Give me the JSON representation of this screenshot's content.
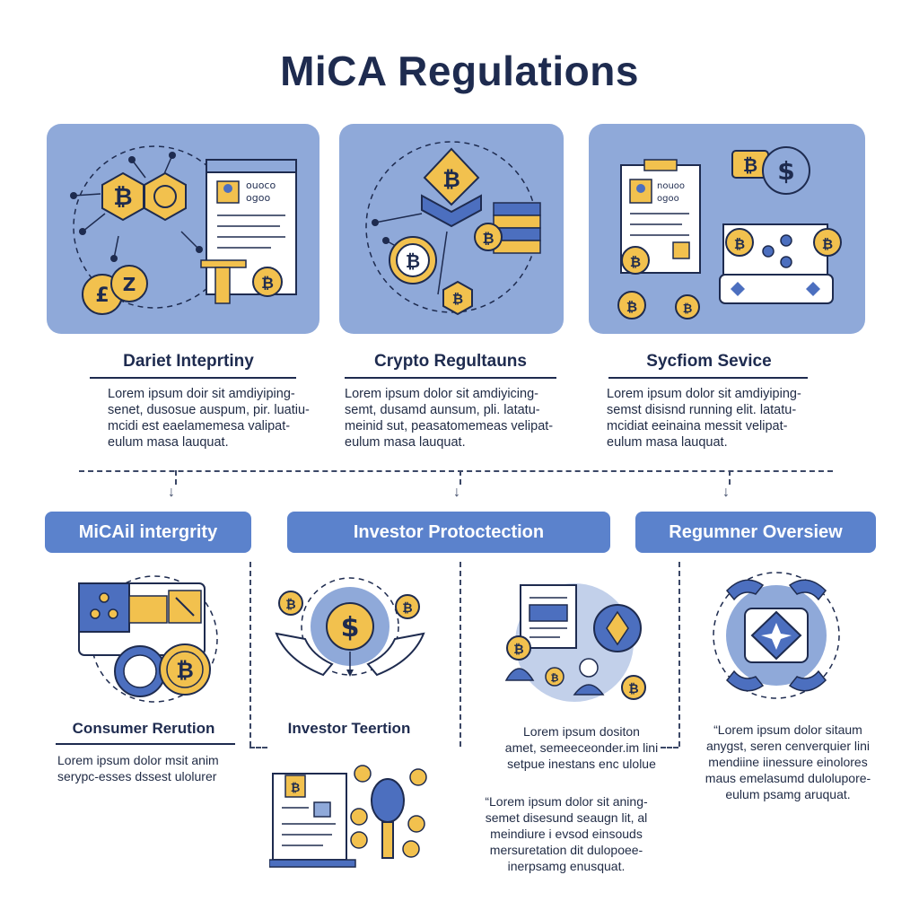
{
  "title": "MiCA Regulations",
  "top_cards": [
    {
      "heading": "Dariet Inteprtiny",
      "body": "Lorem ipsum doir sit amdiyiping-\nsenet, dusosue auspum, pir. luatiu-\nmcidi est eaelamemesa valipat-\neulum masa lauquat."
    },
    {
      "heading": "Crypto Regultauns",
      "body": "Lorem ipsum dolor sit amdiyicing-\nsemt, dusamd aunsum, pli. latatu-\nmeinid sut, peasatomemeas velipat-\neulum masa lauquat."
    },
    {
      "heading": "Sycfiom Sevice",
      "body": "Lorem ipsum dolor sit amdiyiping-\nsemst disisnd running elit. latatu-\nmcidiat eeinaina messit velipat-\neulum masa lauquat."
    }
  ],
  "card_labels": {
    "doc1": "ouoco\nogoo",
    "doc2": "nouoo\nogoo"
  },
  "pills": [
    "MiCAil intergrity",
    "Investor Protoctection",
    "Regumner Oversiew"
  ],
  "sections": {
    "consumer": {
      "heading": "Consumer Rerution",
      "body": "Lorem ipsum dolor msit anim\nserypc-esses dssest ulolurer"
    },
    "investor": {
      "heading": "Investor Teertion"
    },
    "middle": {
      "body": "Lorem ipsum dositon\namet, semeeceonder.im lini\nsetpue inestans enc ulolue"
    },
    "right": {
      "body": "“Lorem ipsum dolor sitaum\nanygst, seren cenverquier lini\nmendiine iinessure einolores\nmaus emelasumd dulolupore-\neulum psamg aruquat."
    },
    "bottom": {
      "body": "“Lorem ipsum dolor sit aning-\nsemet disesund seaugn lit, al\nmeindiure i evsod einsouds\nmersuretation dit dulopoee-\ninerpsamg enusquat."
    }
  },
  "colors": {
    "navy": "#1e2b4f",
    "card_blue": "#8fa9d9",
    "pill_blue": "#5b82cc",
    "gold": "#f2c14e",
    "icon_blue": "#4c6fbf"
  },
  "icons": [
    "bitcoin-hexagon-icon",
    "document-icon",
    "coin-icon",
    "ethereum-icon",
    "server-icon",
    "dollar-coin-icon",
    "laptop-icon",
    "handshake-hands-icon",
    "magnifier-icon",
    "shield-hands-icon"
  ]
}
